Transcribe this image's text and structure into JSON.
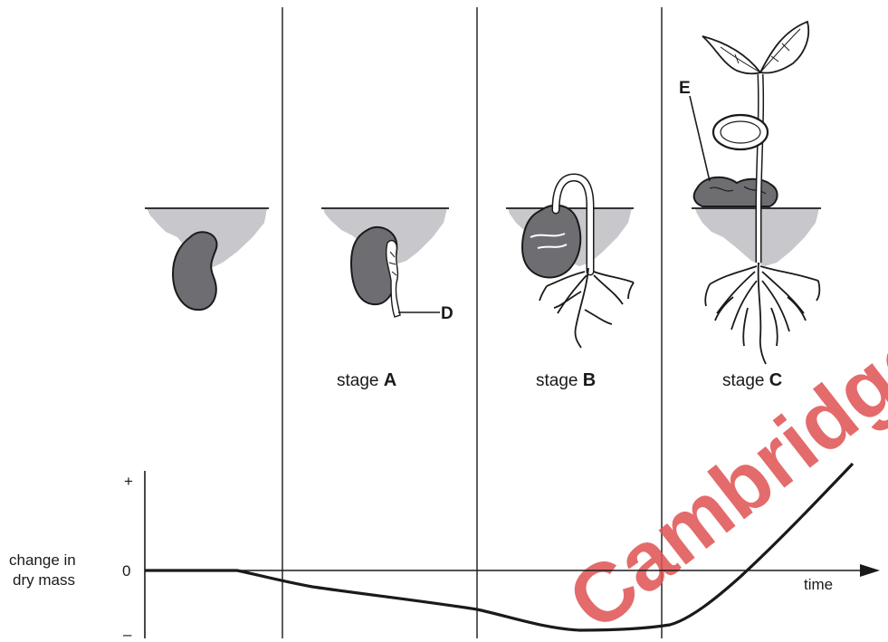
{
  "diagram": {
    "stages": [
      {
        "prefix": "stage",
        "letter": "A"
      },
      {
        "prefix": "stage",
        "letter": "B"
      },
      {
        "prefix": "stage",
        "letter": "C"
      }
    ],
    "pointer_labels": {
      "d": "D",
      "e": "E"
    },
    "graph": {
      "ylabel_line1": "change in",
      "ylabel_line2": "dry mass",
      "xlabel": "time",
      "tick_plus": "+",
      "tick_zero": "0",
      "tick_minus": "–"
    },
    "watermark": "Cambridge"
  },
  "colors": {
    "soil": "#c8c8cc",
    "seed": "#6e6e72",
    "ink": "#1a1a1a",
    "watermark": "#e05252"
  }
}
